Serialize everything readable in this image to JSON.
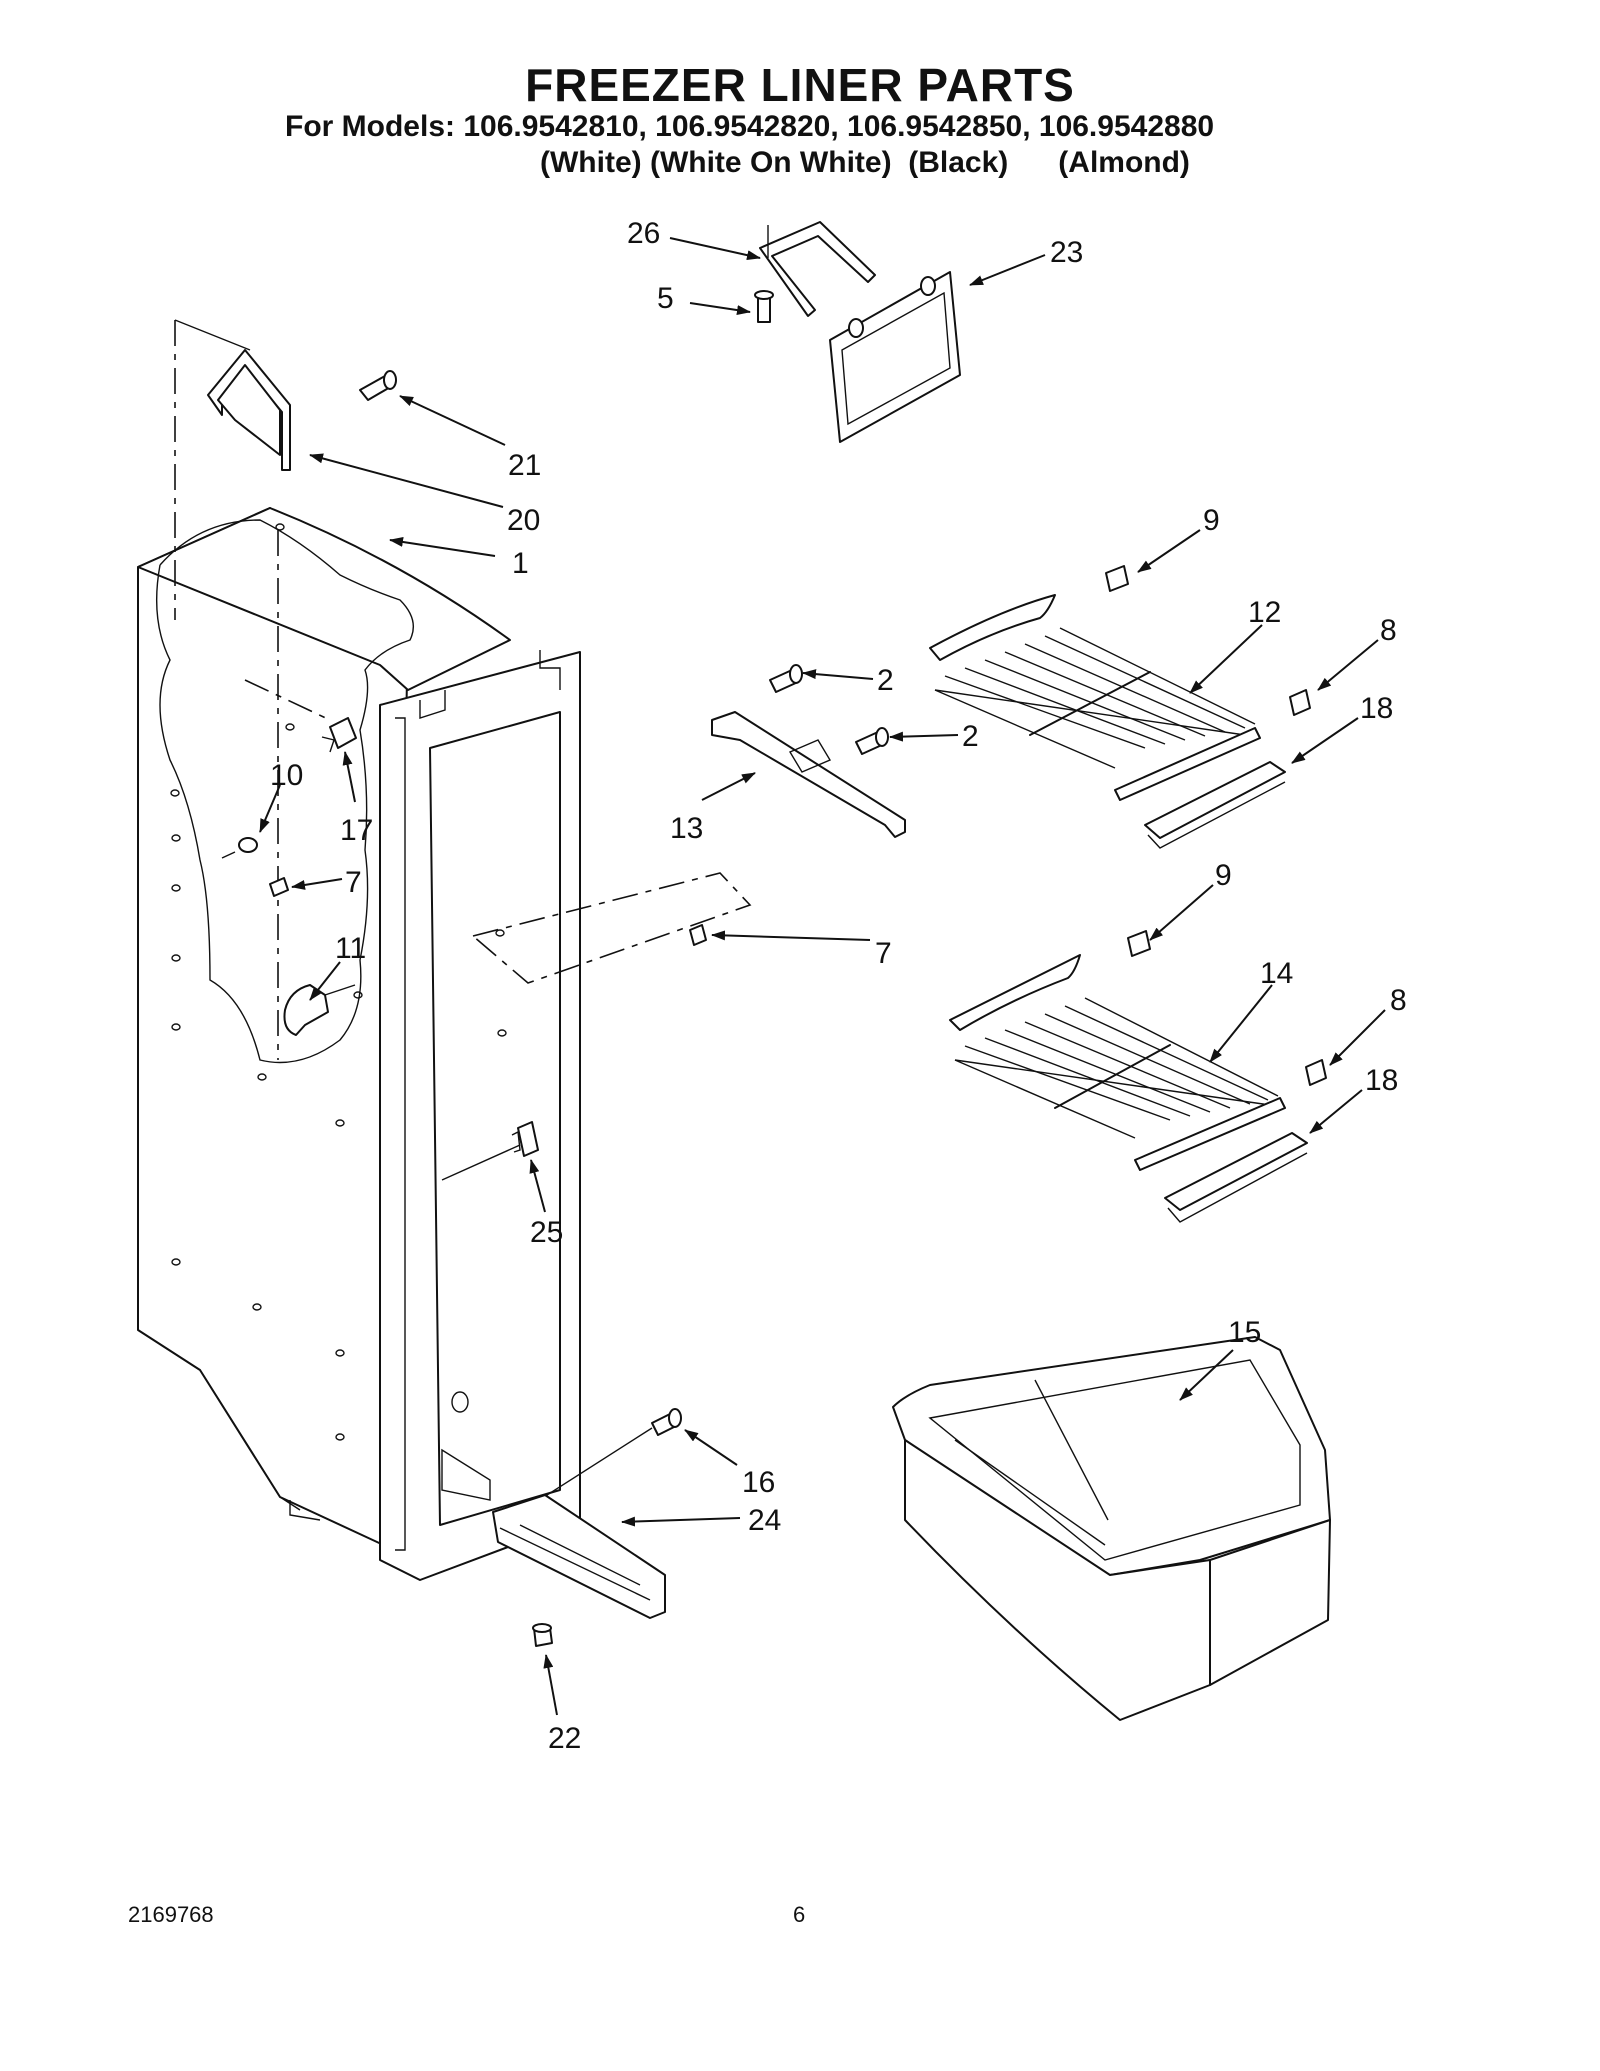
{
  "header": {
    "title": "FREEZER LINER PARTS",
    "models": "For Models: 106.9542810, 106.9542820, 106.9542850, 106.9542880",
    "colors": "(White) (White On White)  (Black)      (Almond)"
  },
  "footer": {
    "doc_number": "2169768",
    "page_number": "6"
  },
  "callouts": {
    "p1": "1",
    "p2a": "2",
    "p2b": "2",
    "p5": "5",
    "p7a": "7",
    "p7b": "7",
    "p8a": "8",
    "p8b": "8",
    "p9a": "9",
    "p9b": "9",
    "p10": "10",
    "p11": "11",
    "p12": "12",
    "p13": "13",
    "p14": "14",
    "p15": "15",
    "p16": "16",
    "p17": "17",
    "p18a": "18",
    "p18b": "18",
    "p20": "20",
    "p21": "21",
    "p22": "22",
    "p23": "23",
    "p24": "24",
    "p25": "25",
    "p26": "26"
  }
}
